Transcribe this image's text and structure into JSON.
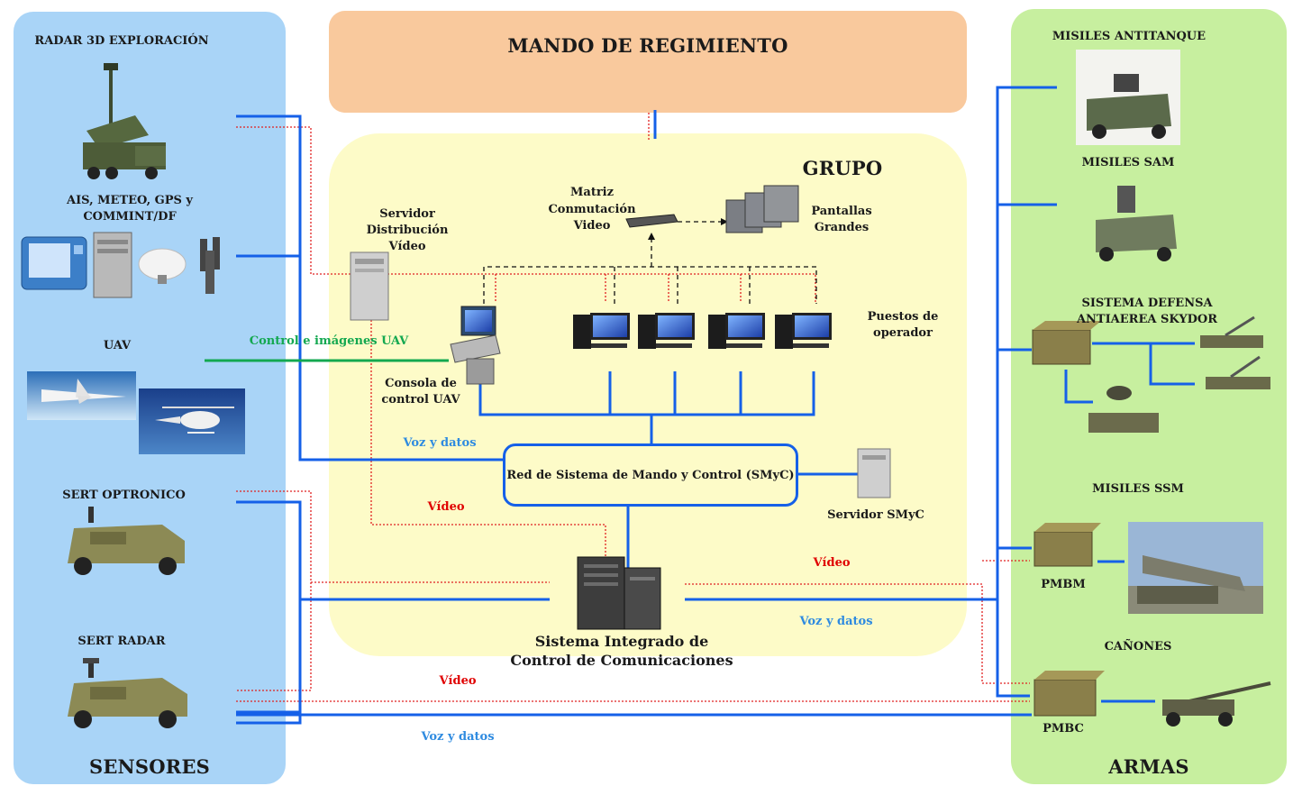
{
  "sections": {
    "sensors_title": "SENSORES",
    "weapons_title": "ARMAS",
    "command_title": "MANDO DE REGIMIENTO",
    "group_title": "GRUPO"
  },
  "sensors": {
    "radar3d": "RADAR 3D EXPLORACIÓN",
    "ais_line1": "AIS, METEO, GPS y",
    "ais_line2": "COMMINT/DF",
    "uav": "UAV",
    "optronico": "SERT OPTRONICO",
    "radar": "SERT RADAR"
  },
  "group": {
    "servidor_line1": "Servidor",
    "servidor_line2": "Distribución",
    "servidor_line3": "Vídeo",
    "matriz_line1": "Matriz",
    "matriz_line2": "Conmutación",
    "matriz_line3": "Video",
    "pantallas_line1": "Pantallas",
    "pantallas_line2": "Grandes",
    "puestos_line1": "Puestos de",
    "puestos_line2": "operador",
    "consola_line1": "Consola de",
    "consola_line2": "control UAV",
    "red_smyc": "Red de Sistema de Mando  y Control (SMyC)",
    "servidor_smyc": "Servidor SMyC",
    "sicc_line1": "Sistema Integrado de",
    "sicc_line2": "Control de Comunicaciones"
  },
  "links": {
    "control_uav": "Control e imágenes UAV",
    "voz_datos_1": "Voz y datos",
    "video_1": "Vídeo",
    "video_2": "Vídeo",
    "voz_datos_2": "Voz y datos",
    "video_3": "Vídeo",
    "voz_datos_3": "Voz y datos"
  },
  "weapons": {
    "antitanque": "MISILES ANTITANQUE",
    "sam": "MISILES SAM",
    "skydor_line1": "SISTEMA DEFENSA",
    "skydor_line2": "ANTIAEREA SKYDOR",
    "ssm": "MISILES SSM",
    "pmbm": "PMBM",
    "canones": "CAÑONES",
    "pmbc": "PMBC"
  },
  "colors": {
    "voice_data_line": "#1560e8",
    "video_line": "#e02020",
    "uav_control_line": "#13a850",
    "sensors_panel": "#a9d4f7",
    "weapons_panel": "#c7ef9f",
    "command_panel": "#f9c99d",
    "group_panel": "#fdfbc8"
  }
}
